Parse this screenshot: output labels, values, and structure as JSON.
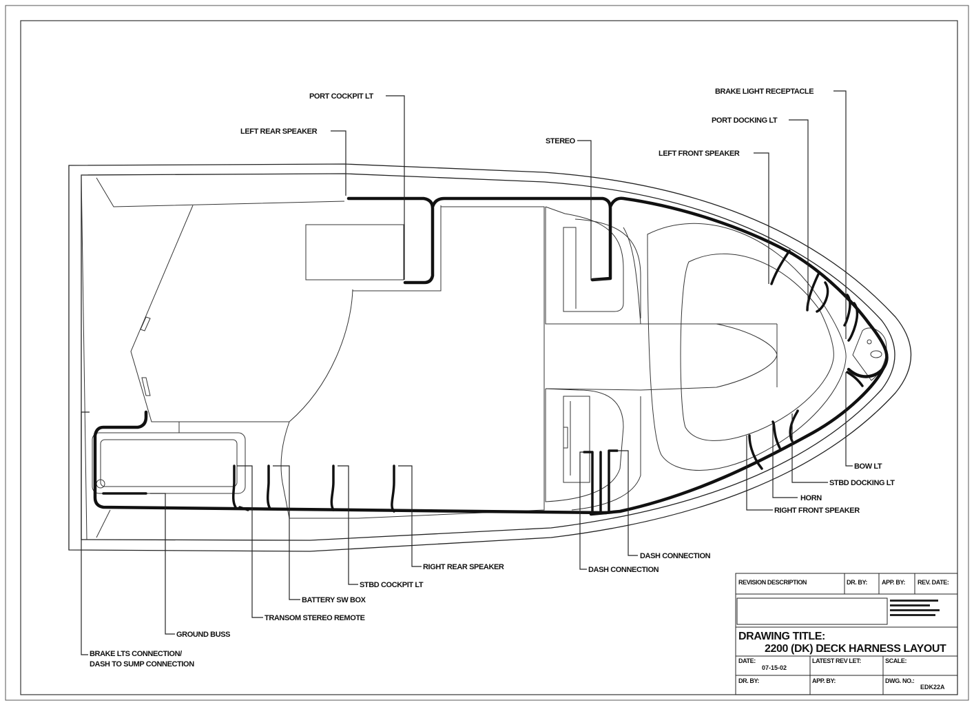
{
  "labels": {
    "port_cockpit_lt": "PORT COCKPIT LT",
    "left_rear_speaker": "LEFT REAR SPEAKER",
    "stereo": "STEREO",
    "brake_light_receptacle": "BRAKE LIGHT RECEPTACLE",
    "port_docking_lt": "PORT DOCKING LT",
    "left_front_speaker": "LEFT FRONT SPEAKER",
    "bow_lt": "BOW LT",
    "stbd_docking_lt": "STBD DOCKING LT",
    "horn": "HORN",
    "right_front_speaker": "RIGHT FRONT SPEAKER",
    "dash_connection_1": "DASH CONNECTION",
    "dash_connection_2": "DASH CONNECTION",
    "right_rear_speaker": "RIGHT REAR SPEAKER",
    "stbd_cockpit_lt": "STBD COCKPIT LT",
    "battery_sw_box": "BATTERY SW BOX",
    "transom_stereo_remote": "TRANSOM STEREO REMOTE",
    "ground_buss": "GROUND BUSS",
    "brake_lts_connection_line1": "BRAKE LTS CONNECTION/",
    "brake_lts_connection_line2": "DASH TO SUMP CONNECTION"
  },
  "title_block": {
    "revision_description": "REVISION DESCRIPTION",
    "dr_by_header": "DR. BY:",
    "app_by_header": "APP. BY:",
    "rev_date_header": "REV. DATE:",
    "drawing_title_label": "DRAWING TITLE:",
    "drawing_title": "2200 (DK) DECK HARNESS LAYOUT",
    "date_label": "DATE:",
    "date_value": "07-15-02",
    "latest_rev_let_label": "LATEST REV LET:",
    "scale_label": "SCALE:",
    "dr_by_label": "DR. BY:",
    "app_by_label": "APP. BY:",
    "dwg_no_label": "DWG. NO.:",
    "dwg_no_value": "EDK22A"
  }
}
